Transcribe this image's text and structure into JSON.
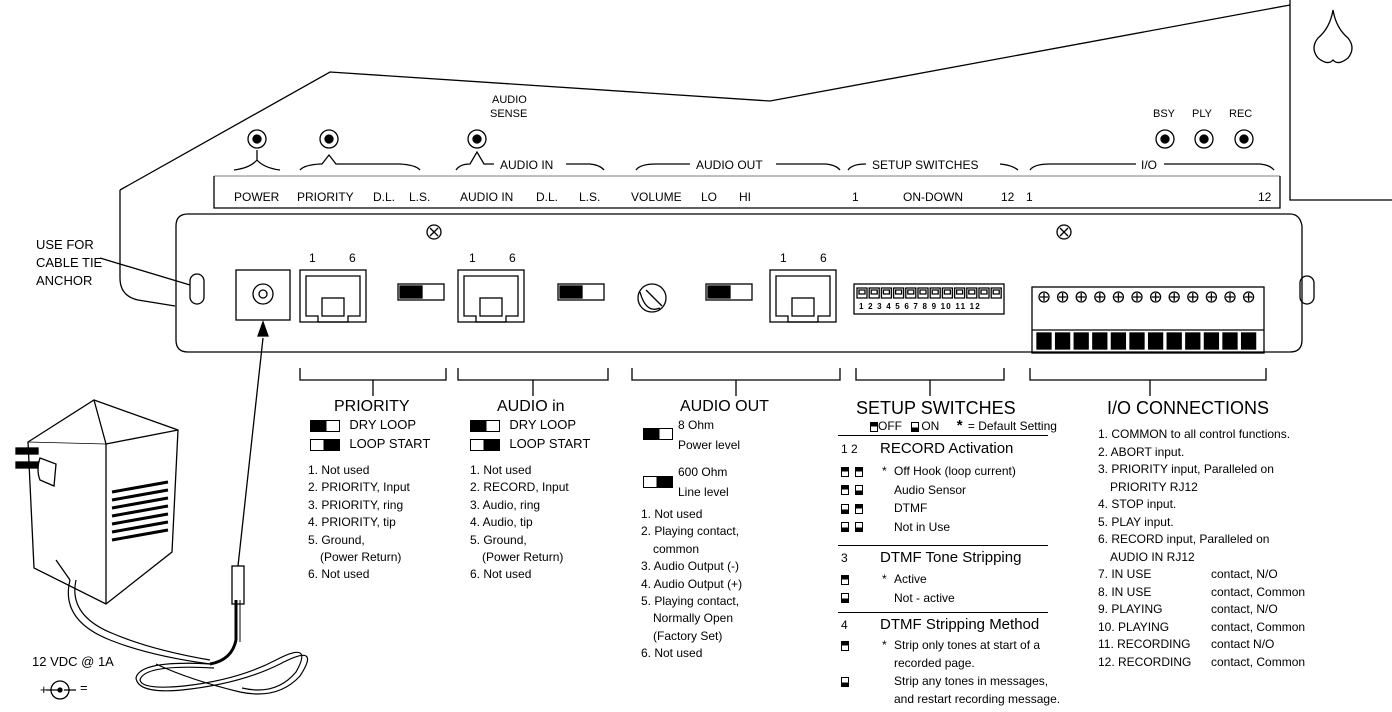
{
  "chassis": {
    "panel_top_labels": {
      "audio_sense": [
        "AUDIO",
        "SENSE"
      ],
      "power": "POWER",
      "priority": "PRIORITY",
      "dl1": "D.L.",
      "ls1": "L.S.",
      "audio_in_group": "AUDIO IN",
      "audio_in": "AUDIO IN",
      "dl2": "D.L.",
      "ls2": "L.S.",
      "audio_out_group": "AUDIO OUT",
      "volume": "VOLUME",
      "lo": "LO",
      "hi": "HI",
      "setup_switches_group": "SETUP SWITCHES",
      "setup_1": "1",
      "setup_on_down": "ON-DOWN",
      "setup_12": "12",
      "io_group": "I/O",
      "io_1": "1",
      "io_12": "12",
      "bsy": "BSY",
      "ply": "PLY",
      "rec": "REC"
    },
    "jack_pins": {
      "p1": "1",
      "p6": "6"
    },
    "setup_switch_numbers": "1 2 3 4 5 6 7 8 9 10 11 12",
    "cable_tie_note": [
      "USE FOR",
      "CABLE TIE",
      "ANCHOR"
    ]
  },
  "adapter": {
    "rating": "12 VDC @ 1A",
    "polarity_plus": "+",
    "polarity_eq": "="
  },
  "priority": {
    "title": "PRIORITY",
    "switch_labels": [
      "DRY LOOP",
      "LOOP START"
    ],
    "pins": [
      "1. Not used",
      "2. PRIORITY, Input",
      "3. PRIORITY, ring",
      "4. PRIORITY, tip",
      "5. Ground,",
      "(Power Return)",
      "6. Not used"
    ]
  },
  "audio_in": {
    "title": "AUDIO in",
    "switch_labels": [
      "DRY LOOP",
      "LOOP START"
    ],
    "pins": [
      "1. Not used",
      "2. RECORD, Input",
      "3. Audio, ring",
      "4. Audio, tip",
      "5. Ground,",
      "(Power Return)",
      "6. Not used"
    ]
  },
  "audio_out": {
    "title": "AUDIO OUT",
    "switch_8ohm": [
      "8 Ohm",
      "Power level"
    ],
    "switch_600ohm": [
      "600 Ohm",
      "Line level"
    ],
    "pins": [
      "1. Not used",
      "2. Playing contact,",
      "common",
      "3. Audio Output (-)",
      "4. Audio Output (+)",
      "5. Playing contact,",
      "Normally Open",
      "(Factory Set)",
      "6. Not used"
    ]
  },
  "setup_switches": {
    "title": "SETUP SWITCHES",
    "legend_off": "OFF",
    "legend_on": "ON",
    "legend_star": "*",
    "legend_default": "= Default Setting",
    "record_activation": {
      "nums": "1  2",
      "title": "RECORD Activation",
      "rows": [
        {
          "pattern": [
            "off",
            "off"
          ],
          "mark": "*",
          "label": "Off Hook (loop current)"
        },
        {
          "pattern": [
            "off",
            "on"
          ],
          "mark": "",
          "label": "Audio Sensor"
        },
        {
          "pattern": [
            "on",
            "off"
          ],
          "mark": "",
          "label": "DTMF"
        },
        {
          "pattern": [
            "on",
            "on"
          ],
          "mark": "",
          "label": "Not in Use"
        }
      ]
    },
    "dtmf_stripping": {
      "num": "3",
      "title": "DTMF Tone Stripping",
      "rows": [
        {
          "pattern": [
            "off"
          ],
          "mark": "*",
          "label": "Active"
        },
        {
          "pattern": [
            "on"
          ],
          "mark": "",
          "label": "Not - active"
        }
      ]
    },
    "dtmf_method": {
      "num": "4",
      "title": "DTMF Stripping Method",
      "rows": [
        {
          "pattern": [
            "off"
          ],
          "mark": "*",
          "label": "Strip only tones at start of a",
          "label2": "recorded page."
        },
        {
          "pattern": [
            "on"
          ],
          "mark": "",
          "label": "Strip any tones in messages,",
          "label2": "and restart recording message."
        }
      ]
    }
  },
  "io_connections": {
    "title": "I/O CONNECTIONS",
    "items": [
      {
        "a": "1. COMMON to all control functions.",
        "b": ""
      },
      {
        "a": "2. ABORT input.",
        "b": ""
      },
      {
        "a": "3. PRIORITY input, Paralleled on",
        "b": ""
      },
      {
        "a": "PRIORITY RJ12",
        "b": "",
        "indent": true
      },
      {
        "a": "4. STOP input.",
        "b": ""
      },
      {
        "a": "5. PLAY input.",
        "b": ""
      },
      {
        "a": "6. RECORD input, Paralleled on",
        "b": ""
      },
      {
        "a": "AUDIO IN RJ12",
        "b": "",
        "indent": true
      },
      {
        "a": "7. IN USE",
        "b": "contact, N/O"
      },
      {
        "a": "8. IN USE",
        "b": "contact, Common"
      },
      {
        "a": "9. PLAYING",
        "b": "contact, N/O"
      },
      {
        "a": "10. PLAYING",
        "b": "contact, Common"
      },
      {
        "a": "11. RECORDING",
        "b": "contact N/O"
      },
      {
        "a": "12. RECORDING",
        "b": "contact, Common"
      }
    ]
  }
}
